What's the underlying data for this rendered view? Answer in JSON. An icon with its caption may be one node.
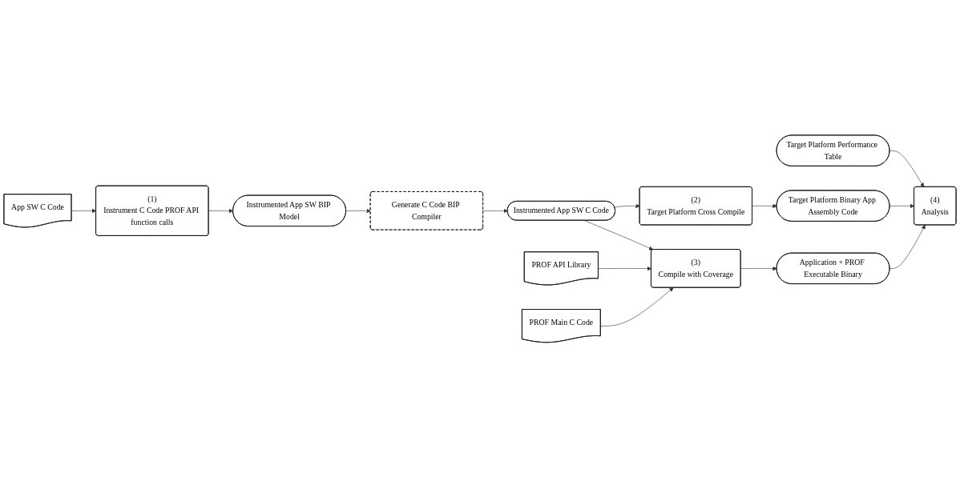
{
  "diagram": {
    "nodes": [
      {
        "text": [
          "Instrumented App SW BIP Model"
        ]
      },
      {
        "text": [
          "Generate C Code BIP Compiler"
        ]
      },
      {
        "text": [
          "Instrumented App SW C Code"
        ]
      },
      {
        "text": [
          "(2)",
          "Target Platform Cross Compile"
        ]
      },
      {
        "text": [
          "Target Platform Binary App Assembly Code"
        ]
      },
      {
        "text": [
          "Target Platform Performance Table"
        ]
      },
      {
        "text": [
          "(4)",
          "Analysis"
        ]
      },
      {
        "text": [
          "(1)",
          "Instrument C Code PROF API function calls"
        ]
      },
      {
        "text": [
          "App SW C Code"
        ]
      },
      {
        "text": [
          "PROF API Library"
        ]
      },
      {
        "text": [
          "PROF Main C Code"
        ]
      },
      {
        "text": [
          "(3)",
          "Compile with Coverage"
        ]
      },
      {
        "text": [
          "Application + PROF Executable Binary"
        ]
      }
    ],
    "edges": [
      {
        "from": 8,
        "to": 7,
        "arrow": "to"
      },
      {
        "from": 7,
        "to": 0,
        "arrow": "to"
      },
      {
        "from": 0,
        "to": 1,
        "arrow": "to"
      },
      {
        "from": 1,
        "to": 2,
        "arrow": "to"
      },
      {
        "from": 2,
        "to": 3,
        "arrow": "to"
      },
      {
        "from": 3,
        "to": 4,
        "arrow": "to"
      },
      {
        "from": 5,
        "to": 6,
        "arrow": "to"
      },
      {
        "from": 4,
        "to": 6,
        "arrow": "to"
      },
      {
        "from": 12,
        "to": 6,
        "arrow": "to"
      },
      {
        "from": 2,
        "to": 11,
        "arrow": "to"
      },
      {
        "from": 9,
        "to": 11,
        "arrow": "to"
      },
      {
        "from": 10,
        "to": 11,
        "arrow": "to"
      },
      {
        "from": 11,
        "to": 12,
        "arrow": "to"
      }
    ]
  }
}
